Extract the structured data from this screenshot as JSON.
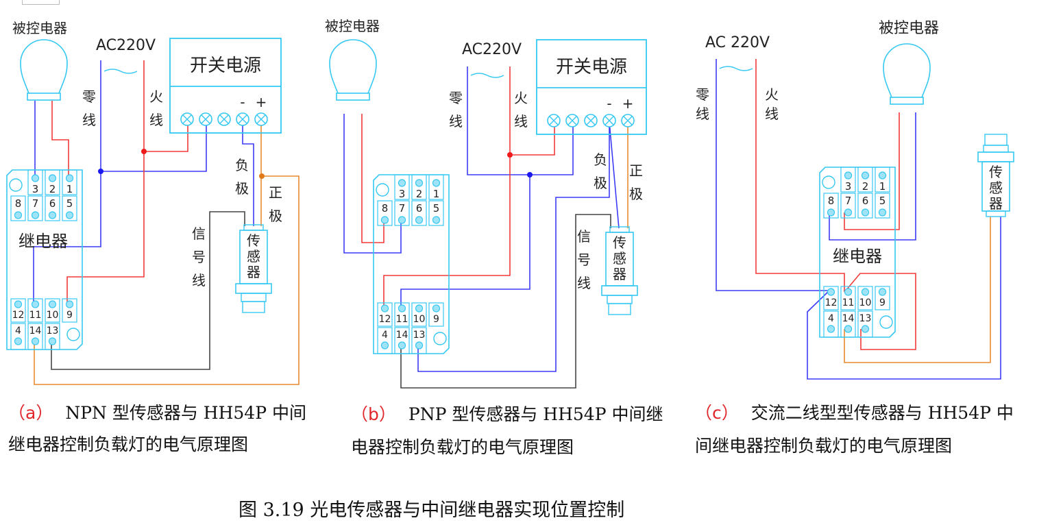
{
  "colors": {
    "device": "#35c8f2",
    "neutral": "#3b3bf5",
    "live": "#f23a3a",
    "positive": "#e88a2e",
    "signal": "#444444",
    "text": "#222222",
    "caption_tag": "#e0262a"
  },
  "labels": {
    "load": "被控电器",
    "ac": "AC220V",
    "ac_c": "AC 220V",
    "psu": "开关电源",
    "neutral": [
      "零",
      "线"
    ],
    "live": [
      "火",
      "线"
    ],
    "minus": "-",
    "plus": "+",
    "neg_pole": [
      "负",
      "极"
    ],
    "pos_pole": [
      "正",
      "极"
    ],
    "signal": [
      "信",
      "号",
      "线"
    ],
    "sensor": [
      "传",
      "感",
      "器"
    ],
    "relay": "继电器",
    "relay_top_pins": [
      "3",
      "2",
      "1"
    ],
    "relay_mid_pins": [
      "8",
      "7",
      "6",
      "5"
    ],
    "relay_low_pins": [
      "12",
      "11",
      "10",
      "9"
    ],
    "relay_bot_pins": [
      "4",
      "14",
      "13"
    ]
  },
  "captions": [
    {
      "tag": "（a）",
      "line1": "NPN 型传感器与 HH54P 中间",
      "line2": "继电器控制负载灯的电气原理图"
    },
    {
      "tag": "（b）",
      "line1": "PNP 型传感器与 HH54P 中间继",
      "line2": "电器控制负载灯的电气原理图"
    },
    {
      "tag": "（c）",
      "line1": "交流二线型型传感器与 HH54P 中",
      "line2": "间继电器控制负载灯的电气原理图"
    }
  ],
  "figure_title": "图 3.19  光电传感器与中间继电器实现位置控制"
}
